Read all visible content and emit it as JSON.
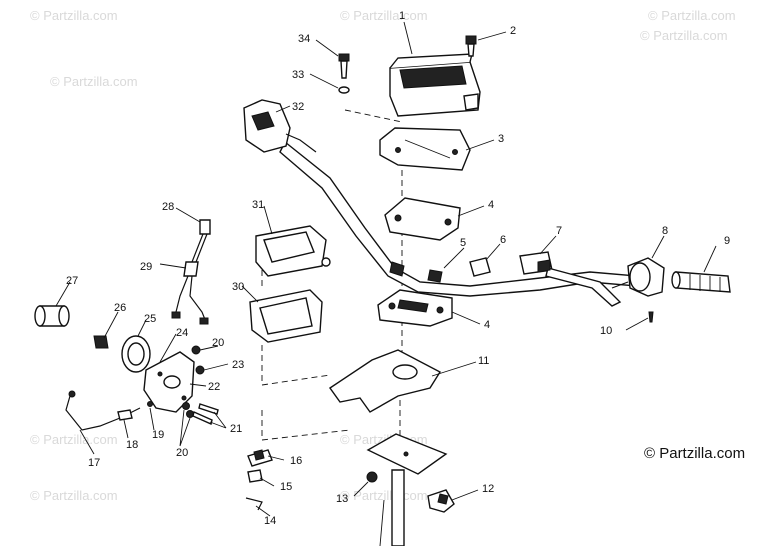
{
  "watermark": {
    "text": "© Partzilla.com",
    "color": "#d9d9d9"
  },
  "copyright": {
    "text": "© Partzilla.com"
  },
  "callouts": [
    {
      "id": "1",
      "label": "1"
    },
    {
      "id": "2",
      "label": "2"
    },
    {
      "id": "3",
      "label": "3"
    },
    {
      "id": "4a",
      "label": "4"
    },
    {
      "id": "4b",
      "label": "4"
    },
    {
      "id": "5",
      "label": "5"
    },
    {
      "id": "6",
      "label": "6"
    },
    {
      "id": "7",
      "label": "7"
    },
    {
      "id": "8",
      "label": "8"
    },
    {
      "id": "9",
      "label": "9"
    },
    {
      "id": "10",
      "label": "10"
    },
    {
      "id": "11",
      "label": "11"
    },
    {
      "id": "12",
      "label": "12"
    },
    {
      "id": "13",
      "label": "13"
    },
    {
      "id": "14",
      "label": "14"
    },
    {
      "id": "15",
      "label": "15"
    },
    {
      "id": "16",
      "label": "16"
    },
    {
      "id": "17",
      "label": "17"
    },
    {
      "id": "18",
      "label": "18"
    },
    {
      "id": "19",
      "label": "19"
    },
    {
      "id": "20a",
      "label": "20"
    },
    {
      "id": "20b",
      "label": "20"
    },
    {
      "id": "21",
      "label": "21"
    },
    {
      "id": "22",
      "label": "22"
    },
    {
      "id": "23",
      "label": "23"
    },
    {
      "id": "24",
      "label": "24"
    },
    {
      "id": "25",
      "label": "25"
    },
    {
      "id": "26",
      "label": "26"
    },
    {
      "id": "27",
      "label": "27"
    },
    {
      "id": "28",
      "label": "28"
    },
    {
      "id": "29",
      "label": "29"
    },
    {
      "id": "30",
      "label": "30"
    },
    {
      "id": "31",
      "label": "31"
    },
    {
      "id": "32",
      "label": "32"
    },
    {
      "id": "33",
      "label": "33"
    },
    {
      "id": "34",
      "label": "34"
    }
  ]
}
